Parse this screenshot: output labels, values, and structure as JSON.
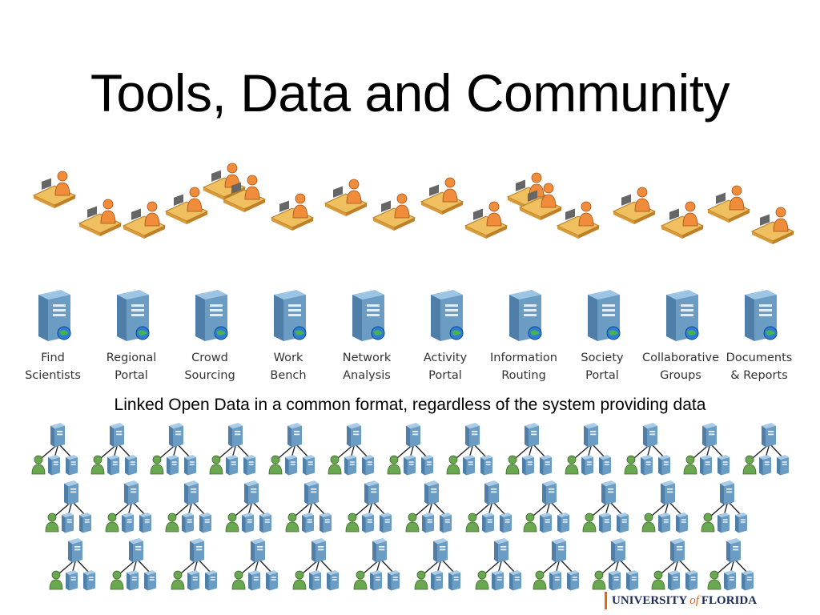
{
  "slide": {
    "title": "Tools, Data and Community",
    "subtitle": "Linked Open Data in a common format, regardless of the system providing data"
  },
  "portals": [
    {
      "line1": "Find",
      "line2": "Scientists"
    },
    {
      "line1": "Regional",
      "line2": "Portal"
    },
    {
      "line1": "Crowd",
      "line2": "Sourcing"
    },
    {
      "line1": "Work",
      "line2": "Bench"
    },
    {
      "line1": "Network",
      "line2": "Analysis"
    },
    {
      "line1": "Activity",
      "line2": "Portal"
    },
    {
      "line1": "Information",
      "line2": "Routing"
    },
    {
      "line1": "Society",
      "line2": "Portal"
    },
    {
      "line1": "Collaborative",
      "line2": "Groups"
    },
    {
      "line1": "Documents",
      "line2": "& Reports"
    }
  ],
  "footer": {
    "university": "UNIVERSITY",
    "of": "of",
    "florida": "FLORIDA"
  },
  "colors": {
    "person_body": "#f08c3a",
    "desk": "#f0c060",
    "server": "#6a9cc4",
    "user_green": "#6aa84f",
    "uf_blue": "#1b2a5a",
    "uf_orange": "#e86a10"
  }
}
